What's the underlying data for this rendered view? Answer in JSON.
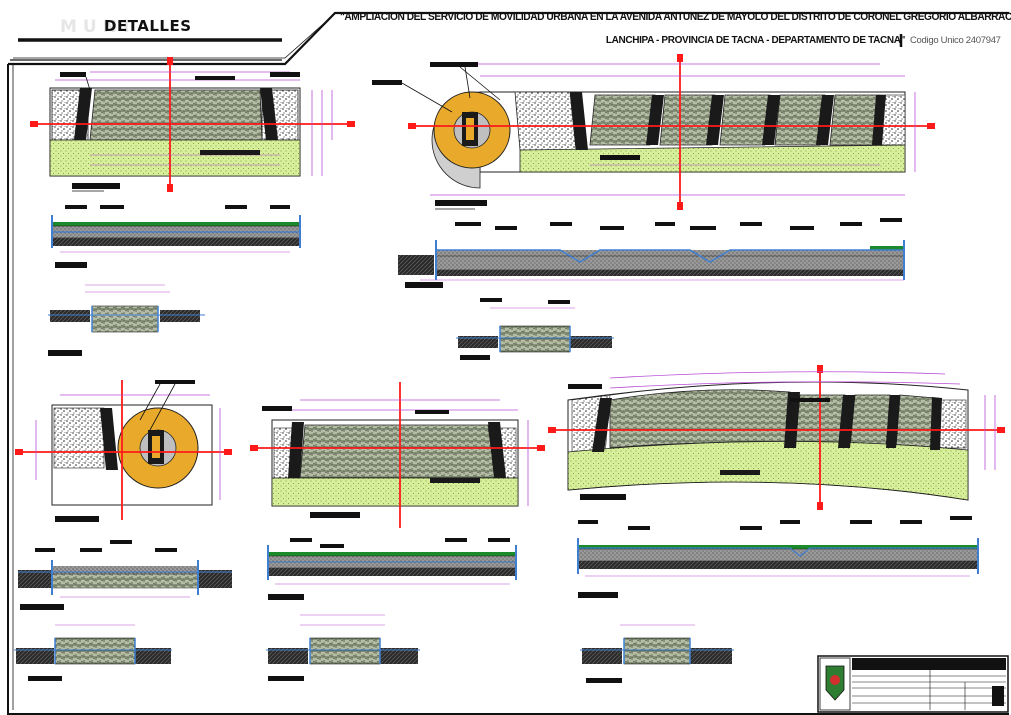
{
  "header": {
    "section_title": "DETALLES",
    "project_line1": "\"AMPLIACION DEL SERVICIO DE MOVILIDAD URBANA EN LA AVENIDA ANTUNEZ DE MAYOLO DEL DISTRITO DE CORONEL GREGORIO ALBARRACIN",
    "project_line2": "LANCHIPA - PROVINCIA DE TACNA - DEPARTAMENTO DE TACNA\"",
    "code_label": "Codigo Unico 2407947"
  },
  "colors": {
    "section_line": "#ff1a1a",
    "dimension": "#b84dd6",
    "sidewalk_green": "#d7ef9a",
    "pavement_gray": "#8c8c8c",
    "water_blue": "#3f7fd1",
    "manhole_orange": "#e9a92a",
    "cad_black": "#111111"
  },
  "title_block": {
    "logo": "municipality-crest-icon"
  }
}
